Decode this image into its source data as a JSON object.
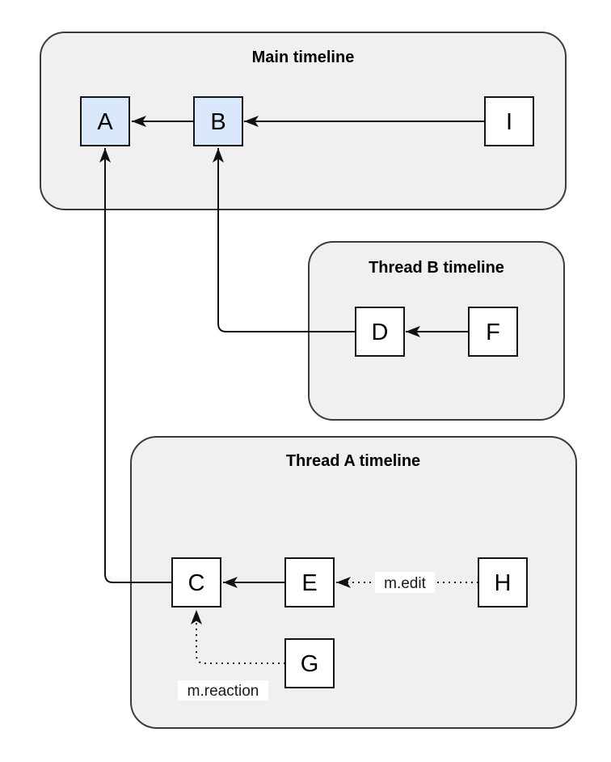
{
  "diagram": {
    "containers": {
      "main": {
        "title": "Main timeline"
      },
      "thread_b": {
        "title": "Thread B timeline"
      },
      "thread_a": {
        "title": "Thread A timeline"
      }
    },
    "nodes": {
      "a": {
        "label": "A"
      },
      "b": {
        "label": "B"
      },
      "i": {
        "label": "I"
      },
      "d": {
        "label": "D"
      },
      "f": {
        "label": "F"
      },
      "c": {
        "label": "C"
      },
      "e": {
        "label": "E"
      },
      "h": {
        "label": "H"
      },
      "g": {
        "label": "G"
      }
    },
    "edge_labels": {
      "edit": "m.edit",
      "reaction": "m.reaction"
    },
    "colors": {
      "container_fill": "#f0f0f0",
      "container_stroke": "#3b3b3b",
      "node_fill": "#ffffff",
      "node_fill_highlight": "#dae8fc",
      "node_stroke": "#141414",
      "edge_stroke": "#111111",
      "label_background": "#ffffff",
      "text": "#000000"
    }
  }
}
